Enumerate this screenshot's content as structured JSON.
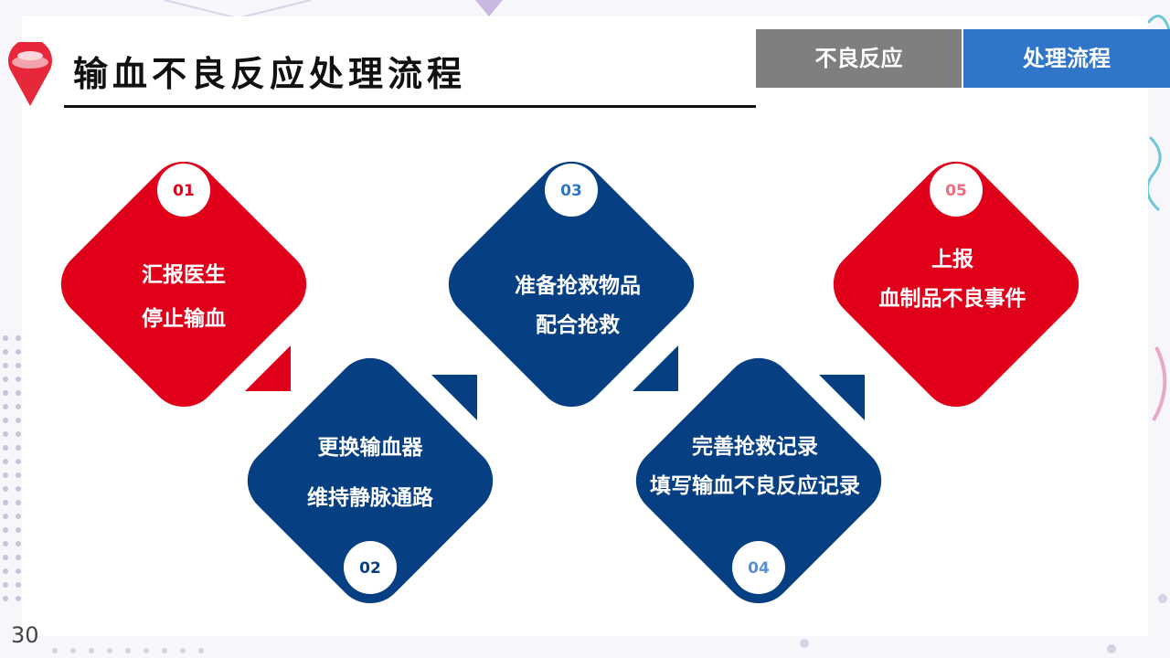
{
  "title": "输血不良反应处理流程",
  "tabs": [
    {
      "label": "不良反应",
      "active": false
    },
    {
      "label": "处理流程",
      "active": true
    }
  ],
  "colors": {
    "red": "#e0001a",
    "blue": "#073f83",
    "tab_gray": "#7f7f7f",
    "tab_blue": "#2f75c8"
  },
  "steps": [
    {
      "number": "01",
      "lines": [
        "汇报医生",
        "停止输血"
      ],
      "color": "red"
    },
    {
      "number": "02",
      "lines": [
        "更换输血器",
        "维持静脉通路"
      ],
      "color": "blue"
    },
    {
      "number": "03",
      "lines": [
        "准备抢救物品",
        "配合抢救"
      ],
      "color": "blue"
    },
    {
      "number": "04",
      "lines": [
        "完善抢救记录",
        "填写输血不良反应记录"
      ],
      "color": "blue"
    },
    {
      "number": "05",
      "lines": [
        "上报",
        "血制品不良事件"
      ],
      "color": "red"
    }
  ],
  "page_number": "30",
  "icons": [
    "map-pin-icon",
    "arrow-icon"
  ]
}
